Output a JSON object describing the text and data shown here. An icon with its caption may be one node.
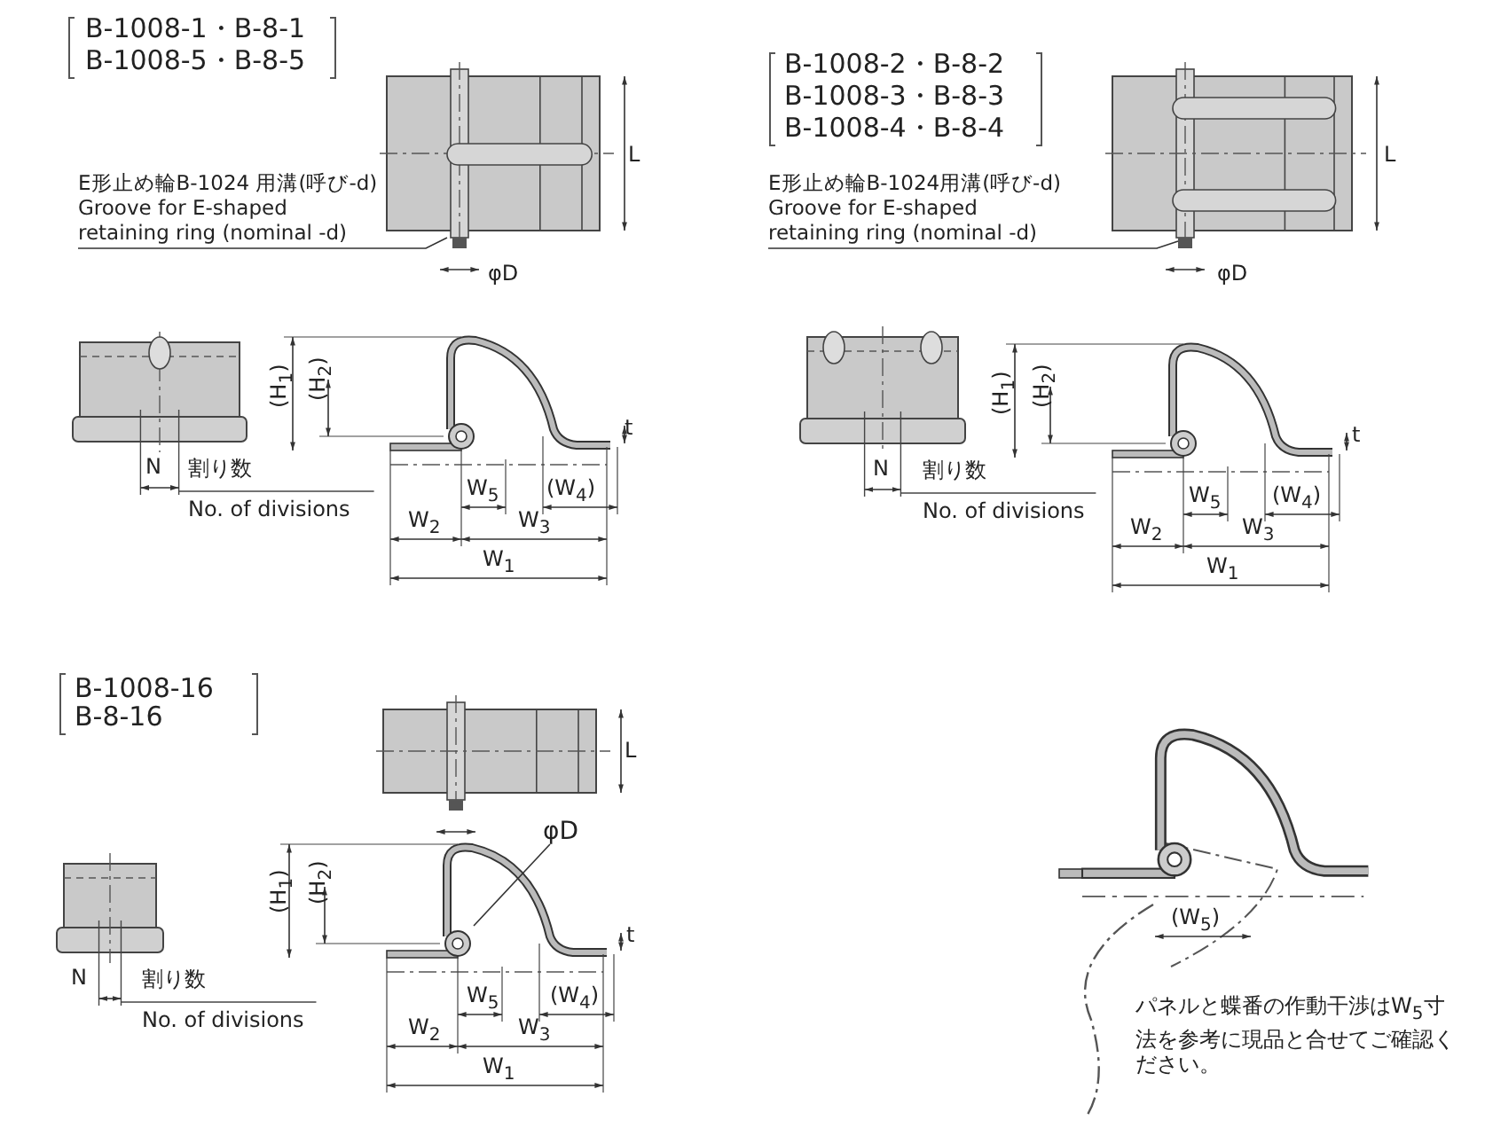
{
  "diagram": {
    "nodes": [
      {
        "text": [
          "E形止め輪B-1024 用溝(呼び-d)",
          "Groove for E-shaped retaining ring (nominal -d)"
        ]
      },
      {
        "text": [
          "E形止め輪B-1024用溝(呼び-d)",
          "Groove for E-shaped retaining ring (nominal -d)"
        ]
      },
      {
        "text": [
          "φD"
        ]
      }
    ],
    "edges": [
      {
        "from": 0,
        "to": null,
        "arrow": "none"
      },
      {
        "from": 1,
        "to": null,
        "arrow": "none"
      },
      {
        "from": 2,
        "to": null,
        "arrow": "none"
      }
    ],
    "labels": [
      "B-1008-1・B-8-1",
      "B-1008-5・B-8-5",
      "L",
      "φD",
      "(H$_{1}$)",
      "(H$_{2}$)",
      "t",
      "N",
      "割り数",
      "No. of divisions",
      "W$_{5}$",
      "(W$_{4}$)",
      "W$_{2}$",
      "W$_{3}$",
      "W$_{1}$",
      "B-1008-2・B-8-2",
      "B-1008-3・B-8-3",
      "B-1008-4・B-8-4",
      "L",
      "φD",
      "(H$_{1}$)",
      "(H$_{2}$)",
      "t",
      "N",
      "割り数",
      "No. of divisions",
      "W$_{5}$",
      "(W$_{4}$)",
      "W$_{2}$",
      "W$_{3}$",
      "W$_{1}$",
      "B-1008-16",
      "B-8-16",
      "L",
      "(H$_{1}$)",
      "(H$_{2}$)",
      "t",
      "N",
      "割り数",
      "No. of divisions",
      "W$_{5}$",
      "(W$_{4}$)",
      "W$_{2}$",
      "W$_{3}$",
      "W$_{1}$",
      "(W$_{5}$)",
      "パネルと蝶番の作動干渉はW$_{5}$寸法を参考に現品と合せてご確認ください。"
    ]
  }
}
